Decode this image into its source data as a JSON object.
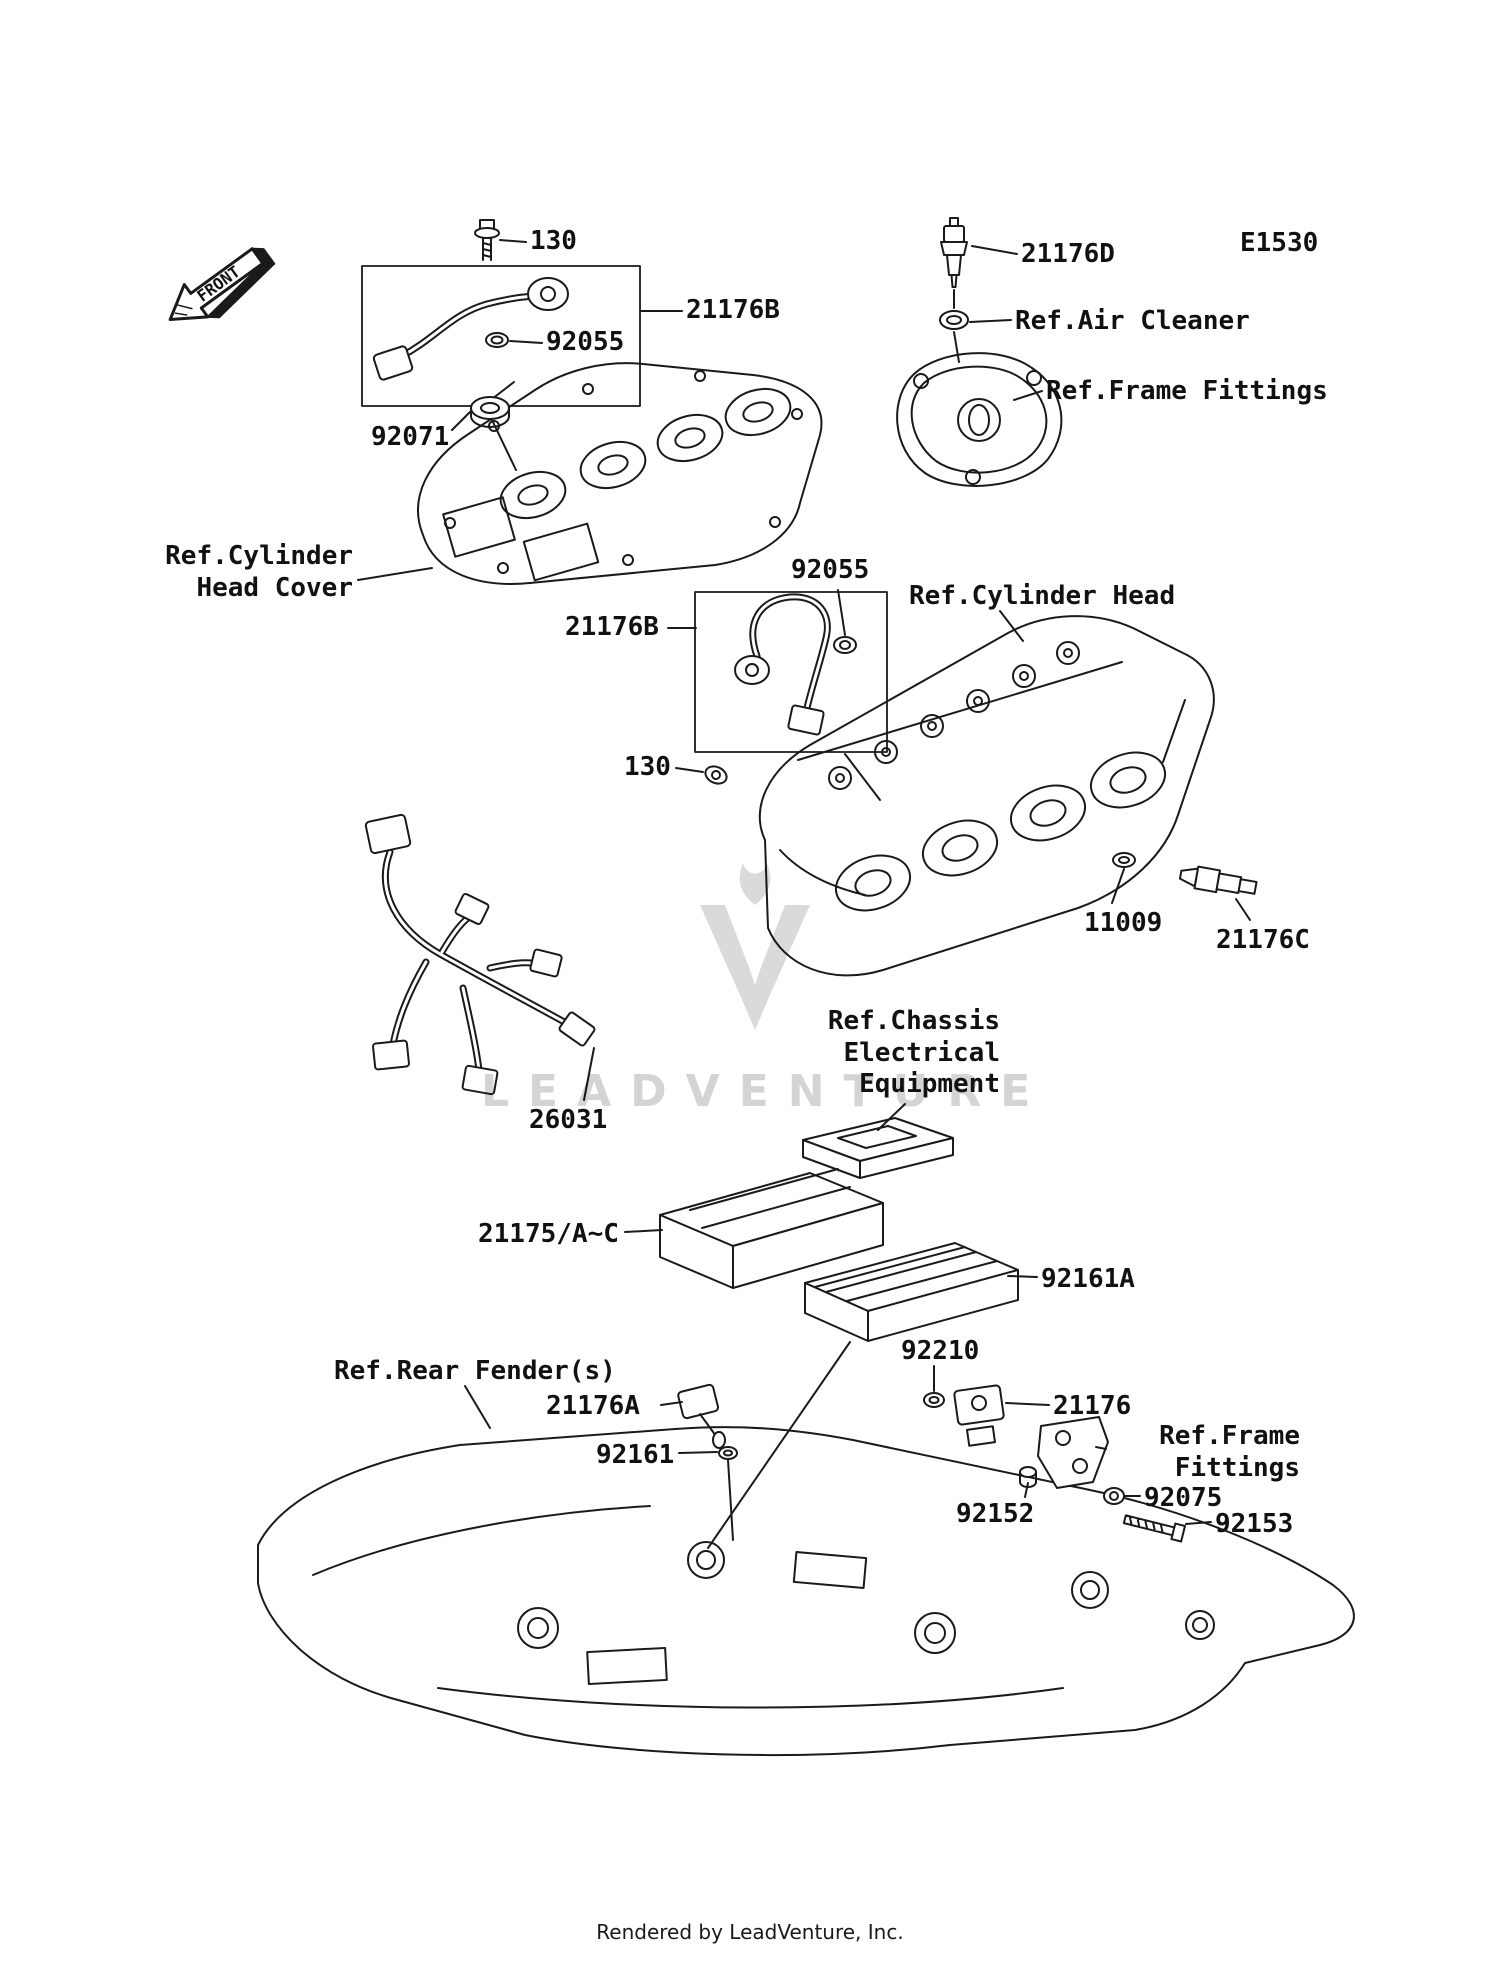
{
  "diagram": {
    "code": "E1530",
    "front_marker": "FRONT",
    "watermark_text": "LEADVENTURE",
    "footer": "Rendered by LeadVenture, Inc."
  },
  "part_labels": {
    "bolt_top": "130",
    "sensor_top": "21176B",
    "oring_top": "92055",
    "grommet": "92071",
    "air_temp_sensor": "21176D",
    "oring_mid": "92055",
    "sensor_mid": "21176B",
    "bolt_mid": "130",
    "washer": "11009",
    "water_temp_sensor": "21176C",
    "harness": "26031",
    "ecu": "21175/A~C",
    "damper_a": "92161A",
    "nut": "92210",
    "sensor_a": "21176A",
    "sensor": "21176",
    "damper": "92161",
    "collar": "92075",
    "bush": "92152",
    "bolt_bottom": "92153"
  },
  "references": {
    "air_cleaner": "Ref.Air Cleaner",
    "frame_fittings_top": "Ref.Frame Fittings",
    "cylinder_head_cover": "Ref.Cylinder\nHead Cover",
    "cylinder_head": "Ref.Cylinder Head",
    "chassis_electrical": "Ref.Chassis\nElectrical\nEquipment",
    "rear_fender": "Ref.Rear Fender(s)",
    "frame_fittings_bottom": "Ref.Frame\nFittings"
  }
}
